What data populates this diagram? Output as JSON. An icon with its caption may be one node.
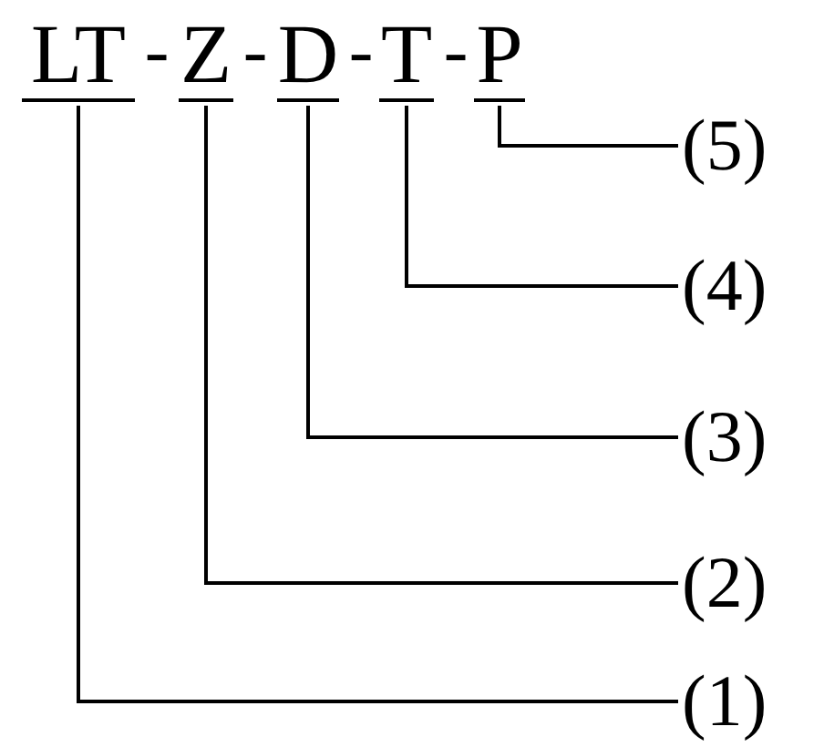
{
  "diagram": {
    "nodes": [
      {
        "text": [
          "LT"
        ]
      },
      {
        "text": [
          "Z"
        ]
      },
      {
        "text": [
          "D"
        ]
      },
      {
        "text": [
          "T"
        ]
      },
      {
        "text": [
          "P"
        ]
      },
      {
        "text": [
          "(5)"
        ]
      },
      {
        "text": [
          "(4)"
        ]
      },
      {
        "text": [
          "(3)"
        ]
      },
      {
        "text": [
          "(2)"
        ]
      },
      {
        "text": [
          "(1)"
        ]
      }
    ],
    "edges": [
      {
        "from": 0,
        "to": 9,
        "arrow": "none"
      },
      {
        "from": 1,
        "to": 8,
        "arrow": "none"
      },
      {
        "from": 2,
        "to": 7,
        "arrow": "none"
      },
      {
        "from": 3,
        "to": 6,
        "arrow": "none"
      },
      {
        "from": 4,
        "to": 5,
        "arrow": "none"
      }
    ],
    "labels": [
      "-",
      "-",
      "-",
      "-"
    ]
  }
}
